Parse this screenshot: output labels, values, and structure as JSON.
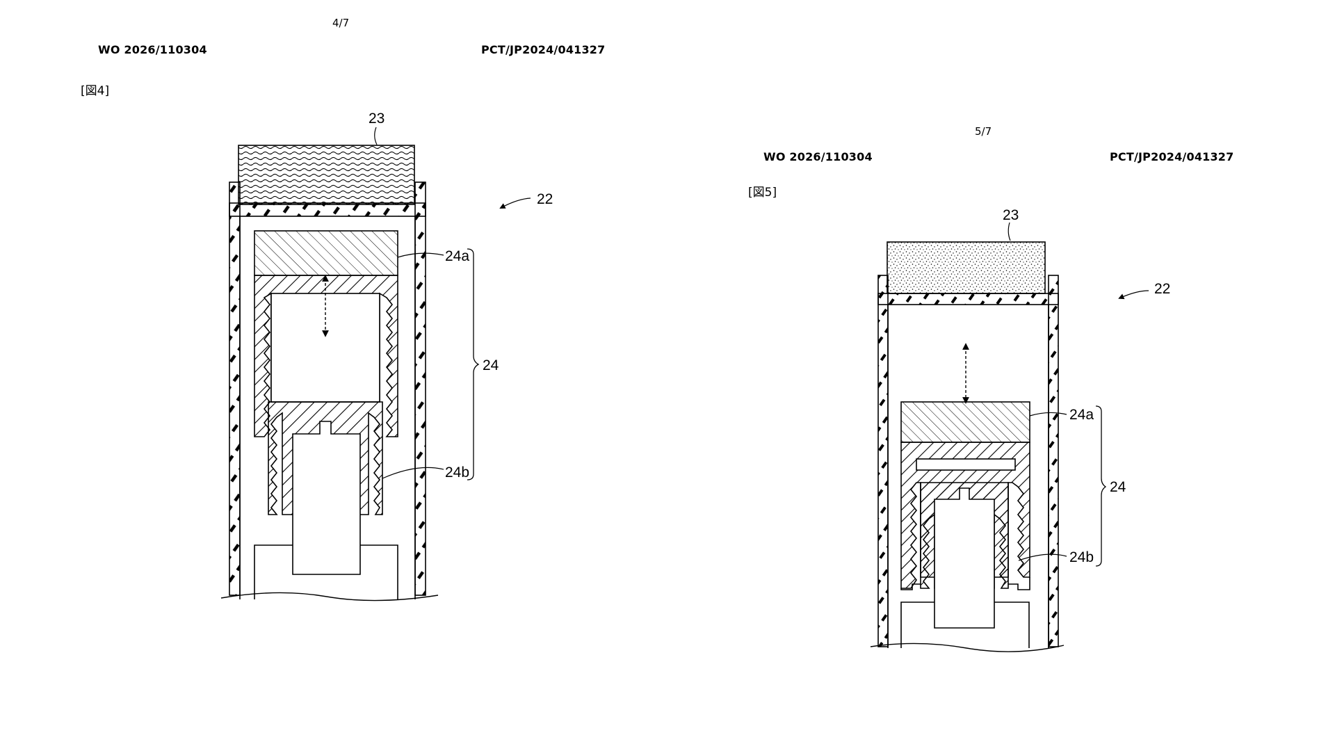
{
  "pages": [
    {
      "page_number": "4/7",
      "publication_number": "WO 2026/110304",
      "application_number": "PCT/JP2024/041327",
      "figure_label": "[図4]",
      "refs": {
        "cap": "23",
        "device": "22",
        "upper_part": "24a",
        "assembly": "24",
        "lower_part": "24b"
      }
    },
    {
      "page_number": "5/7",
      "publication_number": "WO 2026/110304",
      "application_number": "PCT/JP2024/041327",
      "figure_label": "[図5]",
      "refs": {
        "cap": "23",
        "device": "22",
        "upper_part": "24a",
        "assembly": "24",
        "lower_part": "24b"
      }
    }
  ]
}
